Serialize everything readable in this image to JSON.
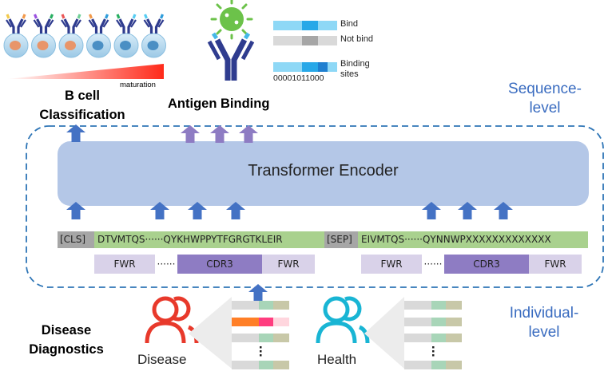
{
  "tasks": {
    "bcell": "B cell\nClassification",
    "antigen": "Antigen Binding",
    "disease": "Disease\nDiagnostics"
  },
  "maturation_label": "maturation",
  "legend": {
    "bind": "Bind",
    "not_bind": "Not bind",
    "binding_sites": "Binding\nsites",
    "binding_code": "00001011000"
  },
  "levels": {
    "sequence": "Sequence-\nlevel",
    "individual": "Individual-\nlevel"
  },
  "encoder_label": "Transformer Encoder",
  "tokens": {
    "cls": "[CLS]",
    "heavy": "DTVMTQS······QYKHWPPYTFGRGTKLEIR",
    "sep": "[SEP]",
    "light": "EIVMTQS······QYNNWPXXXXXXXXXXXXX"
  },
  "regions": {
    "fwr": "FWR",
    "cdr3": "CDR3",
    "dots": "······"
  },
  "people": {
    "disease": "Disease",
    "health": "Health"
  },
  "colors": {
    "arrow_blue": "#4472c4",
    "arrow_purple": "#8e7cc3",
    "encoder_fill": "#b4c7e7",
    "sequence_green": "#a9d18e",
    "special_token_gray": "#a6a6a6",
    "fwr_fill": "#d9d2e9",
    "cdr3_fill": "#8e7cc3",
    "disease_red": "#e8392b",
    "health_cyan": "#19b5d4",
    "level_text": "#3a6cc0"
  },
  "icons": [
    "antibody-icon",
    "b-cell-icon",
    "virus-icon",
    "person-group-icon",
    "ellipsis-icon"
  ]
}
